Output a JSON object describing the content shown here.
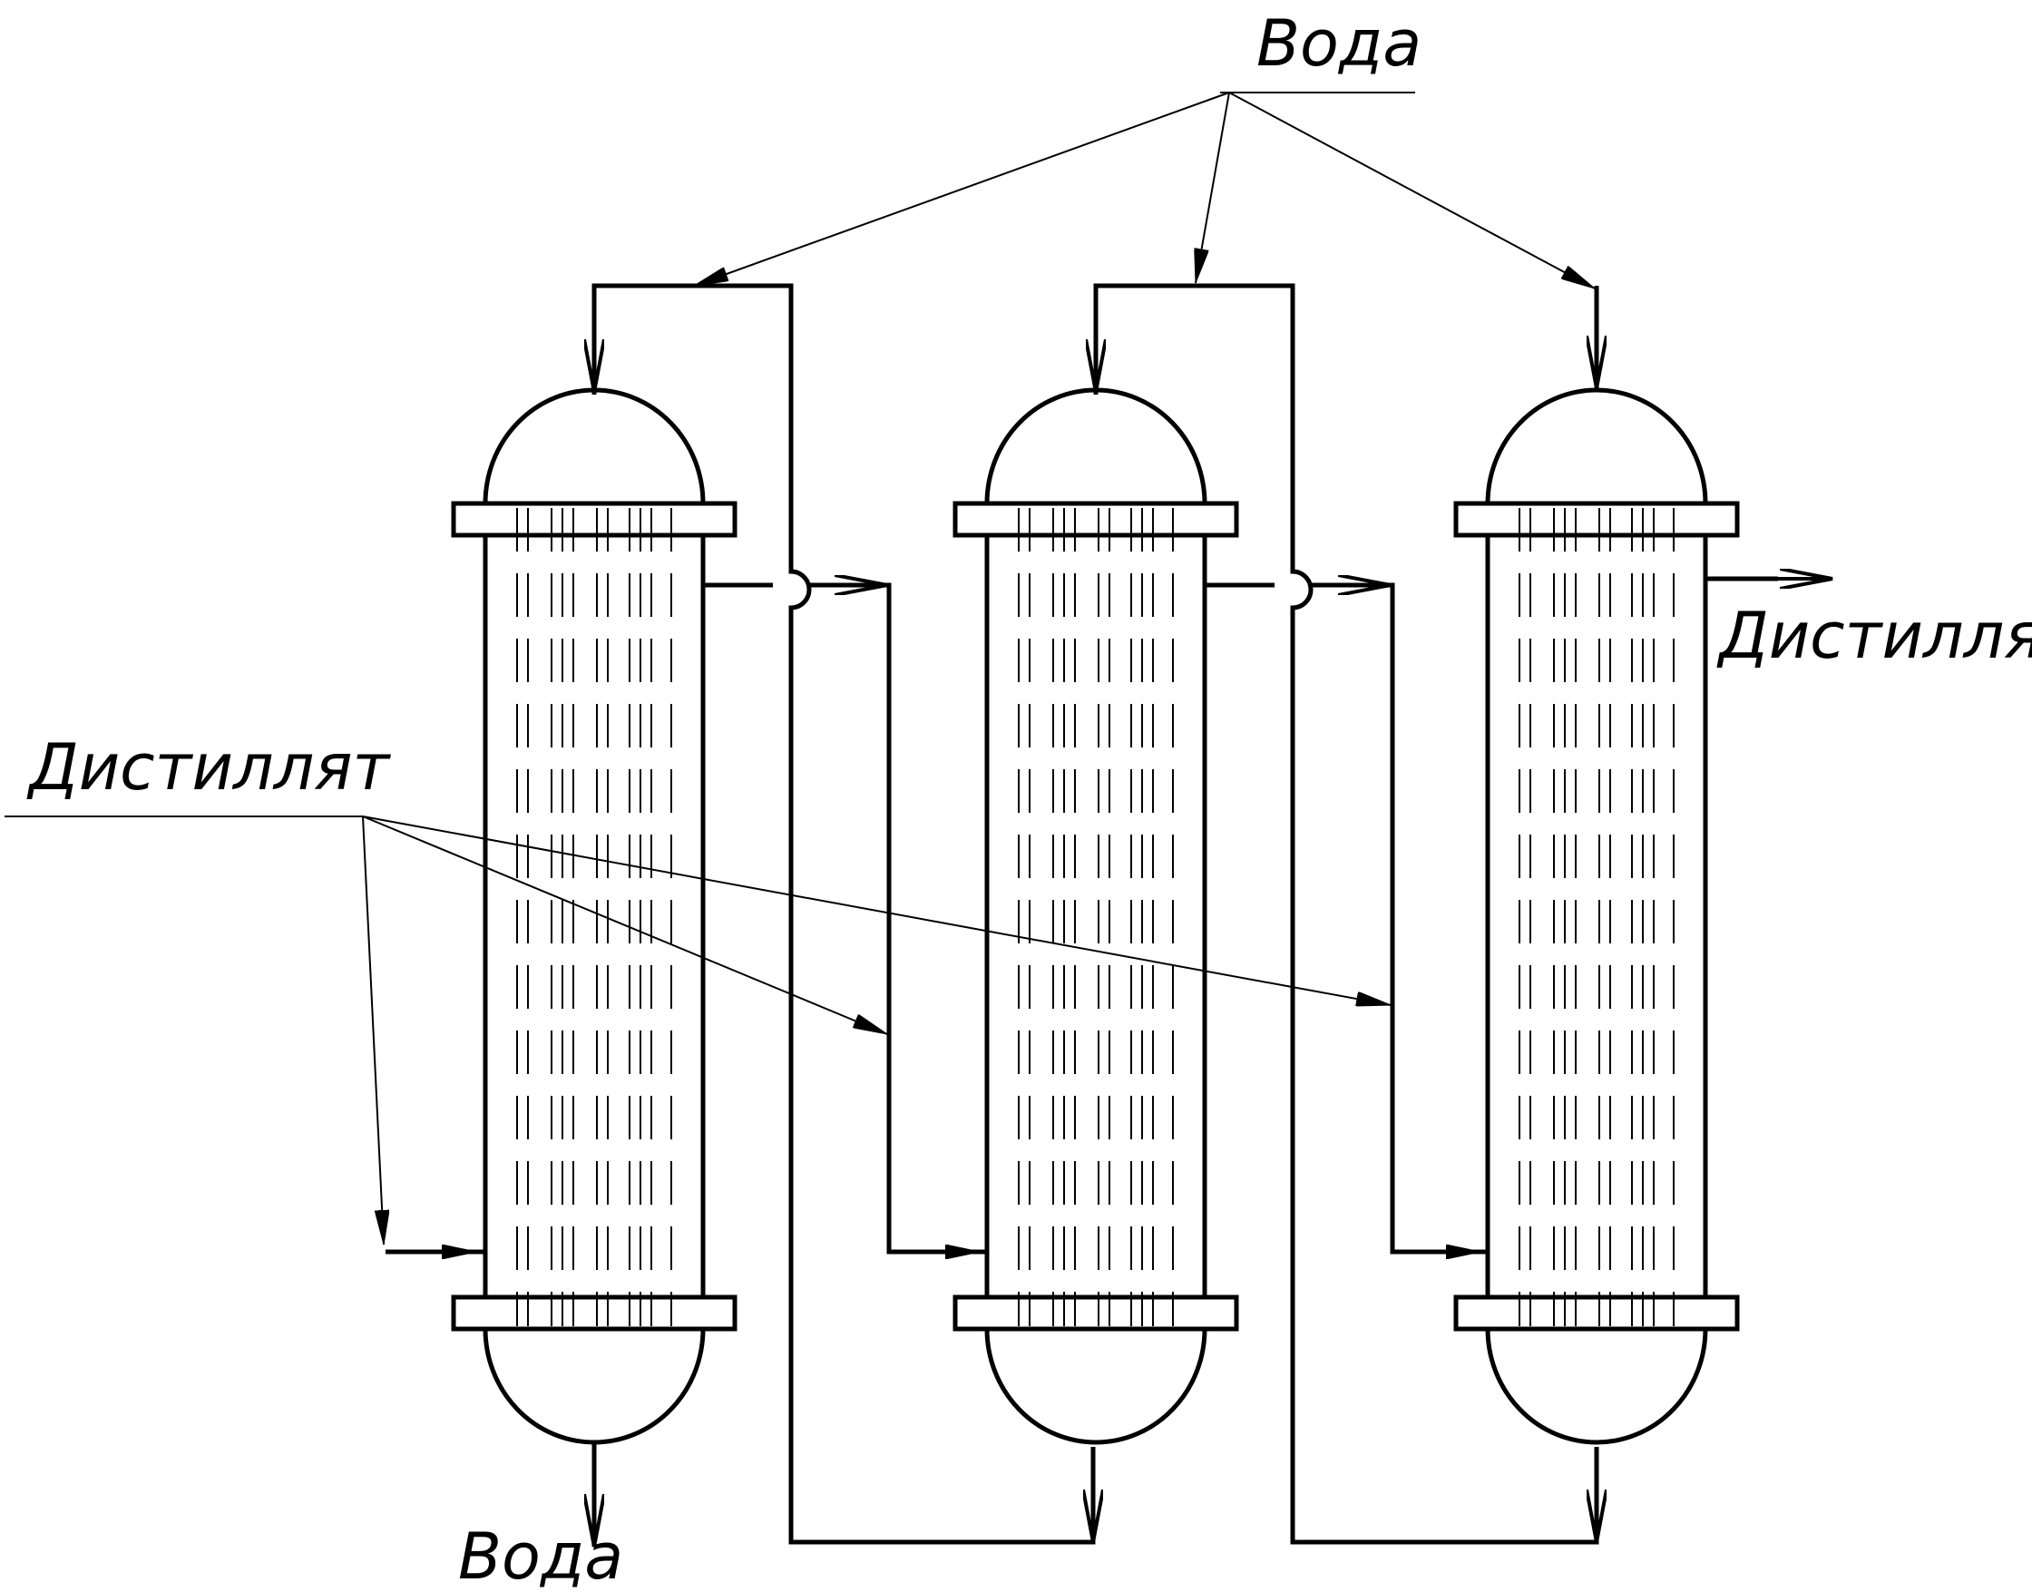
{
  "labels": {
    "water_top": "Вода",
    "water_bottom": "Вода",
    "distillate_left": "Дистиллят",
    "distillate_right": "Дистиллят"
  },
  "colors": {
    "stroke": "#000000",
    "background": "#ffffff"
  }
}
